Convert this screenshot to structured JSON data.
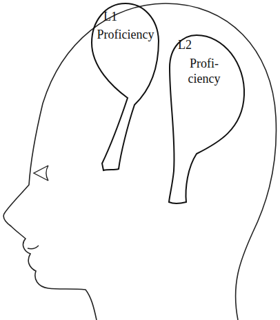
{
  "diagram": {
    "nodes": [
      {
        "text": [
          "L1",
          "Proficiency"
        ]
      },
      {
        "text": [
          "L2",
          "Profi- ciency"
        ]
      }
    ]
  }
}
